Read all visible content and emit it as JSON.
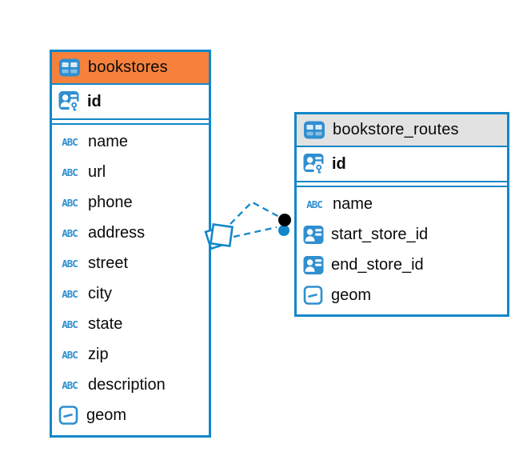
{
  "colors": {
    "table_border": "#1287C8",
    "icon_blue": "#2F8FD0",
    "header_orange": "#F6813C",
    "header_gray": "#E2E2E2",
    "text": "#0A0A0A",
    "relationship_line": "#1287C8",
    "relationship_dot": "#000000"
  },
  "icons": {
    "table_icon": "table-grid",
    "primary_key_icon": "user-key",
    "foreign_key_icon": "user-card",
    "text_type_label": "ABC",
    "geometry_type_icon": "box-dash",
    "relationship_source_marker": "overlapping-diamonds",
    "relationship_target_marker": "stacked-dots"
  },
  "tables": [
    {
      "name": "bookstores",
      "header_style": "orange",
      "key": {
        "name": "id",
        "icon": "user-key"
      },
      "fields": [
        {
          "name": "name",
          "type": "text"
        },
        {
          "name": "url",
          "type": "text"
        },
        {
          "name": "phone",
          "type": "text"
        },
        {
          "name": "address",
          "type": "text"
        },
        {
          "name": "street",
          "type": "text"
        },
        {
          "name": "city",
          "type": "text"
        },
        {
          "name": "state",
          "type": "text"
        },
        {
          "name": "zip",
          "type": "text"
        },
        {
          "name": "description",
          "type": "text"
        },
        {
          "name": "geom",
          "type": "geometry"
        }
      ]
    },
    {
      "name": "bookstore_routes",
      "header_style": "gray",
      "key": {
        "name": "id",
        "icon": "user-key"
      },
      "fields": [
        {
          "name": "name",
          "type": "text"
        },
        {
          "name": "start_store_id",
          "type": "reference"
        },
        {
          "name": "end_store_id",
          "type": "reference"
        },
        {
          "name": "geom",
          "type": "geometry"
        }
      ]
    }
  ],
  "relationship": {
    "from_table": "bookstores",
    "to_table": "bookstore_routes",
    "line_style": "dashed",
    "line_count": 2
  }
}
